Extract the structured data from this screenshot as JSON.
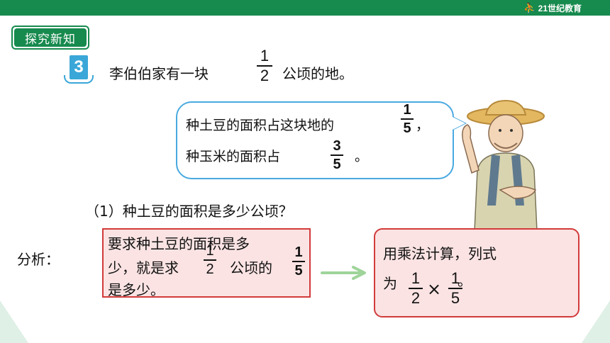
{
  "header": {
    "brand": "21世纪教育"
  },
  "section_tag": "探究新知",
  "problem": {
    "number": "3",
    "intro_prefix": "李伯伯家有一块",
    "intro_frac_num": "1",
    "intro_frac_den": "2",
    "intro_suffix": "公顷的地。"
  },
  "bubble": {
    "line1_text": "种土豆的面积占这块地的",
    "line1_frac_num": "1",
    "line1_frac_den": "5",
    "line1_end": "，",
    "line2_text": "种玉米的面积占",
    "line2_frac_num": "3",
    "line2_frac_den": "5",
    "line2_end": "。"
  },
  "question": "（1）种土豆的面积是多少公顷？",
  "analysis_label": "分析：",
  "analysis": {
    "line1": "要求种土豆的面积是多",
    "line2_prefix": "少，就是求",
    "frac_a_num": "1",
    "frac_a_den": "2",
    "line2_mid": "公顷的",
    "frac_b_num": "1",
    "frac_b_den": "5",
    "line3": "是多少。"
  },
  "result": {
    "line1": "用乘法计算，列式",
    "line2_prefix": "为",
    "frac_a_num": "1",
    "frac_a_den": "2",
    "operator": "×",
    "frac_b_num": "1",
    "frac_b_den": "5",
    "end": "。"
  },
  "colors": {
    "brand_green": "#178a4e",
    "bubble_blue": "#49a9e0",
    "box_red": "#d23a3a",
    "box_fill": "#fbe3e3",
    "arrow_green": "#9fd49a"
  },
  "icons": [
    "runner-logo-icon",
    "book-icon",
    "arrow-right-icon",
    "farmer-illustration"
  ]
}
